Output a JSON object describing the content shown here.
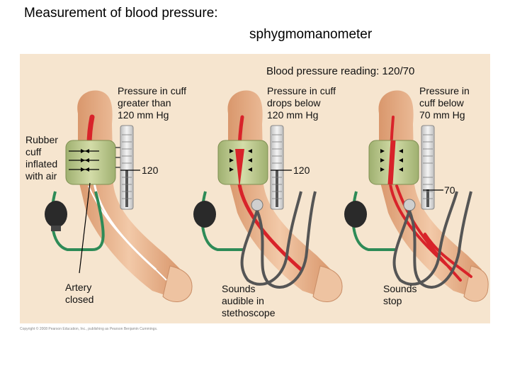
{
  "title": {
    "line1": "Measurement of blood pressure:",
    "line2": "sphygmomanometer"
  },
  "reading_label": "Blood pressure reading: 120/70",
  "labels": {
    "rubber_cuff": "Rubber\ncuff\ninflated\nwith air",
    "artery_closed": "Artery\nclosed",
    "cuff_greater": "Pressure in cuff\ngreater than\n120 mm Hg",
    "cuff_drops": "Pressure in cuff\ndrops below\n120 mm Hg",
    "cuff_below": "Pressure in\ncuff below\n70 mm Hg",
    "sounds_audible": "Sounds\naudible in\nstethoscope",
    "sounds_stop": "Sounds\nstop",
    "gauge_120_a": "120",
    "gauge_120_b": "120",
    "gauge_70": "70"
  },
  "copyright": "Copyright © 2008 Pearson Education, Inc., publishing as Pearson Benjamin Cummings.",
  "colors": {
    "panel": "#f6e5cf",
    "skin": "#e8b48f",
    "cuff": "#b8c68a",
    "artery": "#d8232a",
    "tube": "#2e8b57",
    "bulb": "#2a2a2a"
  }
}
